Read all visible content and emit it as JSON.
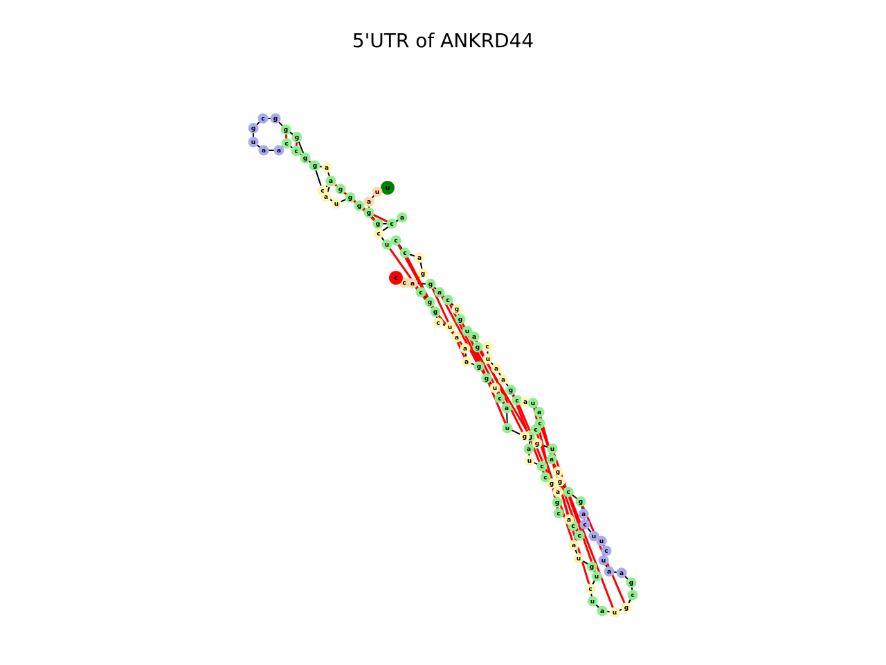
{
  "title": "5'UTR of ANKRD44",
  "colors": {
    "loop": "#aaaaee",
    "stem": "#90ee90",
    "interior": "#fff5b0",
    "tail": "#ffd8a8",
    "start": "#008000",
    "end": "#ff0000",
    "pair": "#ff0000",
    "backbone": "#000000"
  },
  "nucleotides": [
    {
      "b": "u",
      "t": "start"
    },
    {
      "b": "u",
      "t": "tail"
    },
    {
      "b": "a",
      "t": "tail"
    },
    {
      "b": "g",
      "t": "stem"
    },
    {
      "b": "c",
      "t": "stem"
    },
    {
      "b": "c",
      "t": "stem"
    },
    {
      "b": "u",
      "t": "interior"
    },
    {
      "b": "a",
      "t": "interior"
    },
    {
      "b": "c",
      "t": "interior"
    },
    {
      "b": "c",
      "t": "interior"
    },
    {
      "b": "g",
      "t": "stem"
    },
    {
      "b": "c",
      "t": "stem"
    },
    {
      "b": "c",
      "t": "stem"
    },
    {
      "b": "c",
      "t": "stem"
    },
    {
      "b": "a",
      "t": "loop"
    },
    {
      "b": "a",
      "t": "loop"
    },
    {
      "b": "u",
      "t": "loop"
    },
    {
      "b": "g",
      "t": "loop"
    },
    {
      "b": "c",
      "t": "loop"
    },
    {
      "b": "g",
      "t": "loop"
    },
    {
      "b": "g",
      "t": "stem"
    },
    {
      "b": "g",
      "t": "stem"
    },
    {
      "b": "g",
      "t": "stem"
    },
    {
      "b": "g",
      "t": "stem"
    },
    {
      "b": "a",
      "t": "interior"
    },
    {
      "b": "a",
      "t": "stem"
    },
    {
      "b": "g",
      "t": "stem"
    },
    {
      "b": "g",
      "t": "stem"
    },
    {
      "b": "g",
      "t": "stem"
    },
    {
      "b": "g",
      "t": "stem"
    },
    {
      "b": "g",
      "t": "stem"
    },
    {
      "b": "c",
      "t": "stem"
    },
    {
      "b": "a",
      "t": "stem"
    },
    {
      "b": "c",
      "t": "interior"
    },
    {
      "b": "u",
      "t": "stem"
    },
    {
      "b": "c",
      "t": "stem"
    },
    {
      "b": "c",
      "t": "stem"
    },
    {
      "b": "a",
      "t": "interior"
    },
    {
      "b": "g",
      "t": "interior"
    },
    {
      "b": "u",
      "t": "stem"
    },
    {
      "b": "g",
      "t": "stem"
    },
    {
      "b": "a",
      "t": "stem"
    },
    {
      "b": "c",
      "t": "stem"
    },
    {
      "b": "g",
      "t": "interior"
    },
    {
      "b": "g",
      "t": "stem"
    },
    {
      "b": "u",
      "t": "stem"
    },
    {
      "b": "a",
      "t": "stem"
    },
    {
      "b": "g",
      "t": "stem"
    },
    {
      "b": "c",
      "t": "interior"
    },
    {
      "b": "u",
      "t": "interior"
    },
    {
      "b": "a",
      "t": "interior"
    },
    {
      "b": "a",
      "t": "interior"
    },
    {
      "b": "g",
      "t": "stem"
    },
    {
      "b": "c",
      "t": "stem"
    },
    {
      "b": "a",
      "t": "interior"
    },
    {
      "b": "u",
      "t": "stem"
    },
    {
      "b": "a",
      "t": "stem"
    },
    {
      "b": "c",
      "t": "stem"
    },
    {
      "b": "c",
      "t": "stem"
    },
    {
      "b": "u",
      "t": "interior"
    },
    {
      "b": "g",
      "t": "interior"
    },
    {
      "b": "u",
      "t": "stem"
    },
    {
      "b": "a",
      "t": "stem"
    },
    {
      "b": "g",
      "t": "interior"
    },
    {
      "b": "g",
      "t": "interior"
    },
    {
      "b": "c",
      "t": "stem"
    },
    {
      "b": "g",
      "t": "stem"
    },
    {
      "b": "a",
      "t": "loop"
    },
    {
      "b": "c",
      "t": "loop"
    },
    {
      "b": "u",
      "t": "loop"
    },
    {
      "b": "u",
      "t": "loop"
    },
    {
      "b": "c",
      "t": "loop"
    },
    {
      "b": "u",
      "t": "loop"
    },
    {
      "b": "a",
      "t": "loop"
    },
    {
      "b": "a",
      "t": "loop"
    },
    {
      "b": "g",
      "t": "stem"
    },
    {
      "b": "c",
      "t": "stem"
    },
    {
      "b": "g",
      "t": "interior"
    },
    {
      "b": "u",
      "t": "interior"
    },
    {
      "b": "a",
      "t": "stem"
    },
    {
      "b": "u",
      "t": "stem"
    },
    {
      "b": "c",
      "t": "interior"
    },
    {
      "b": "u",
      "t": "stem"
    },
    {
      "b": "g",
      "t": "stem"
    },
    {
      "b": "u",
      "t": "interior"
    },
    {
      "b": "a",
      "t": "interior"
    },
    {
      "b": "c",
      "t": "stem"
    },
    {
      "b": "c",
      "t": "stem"
    },
    {
      "b": "a",
      "t": "interior"
    },
    {
      "b": "c",
      "t": "stem"
    },
    {
      "b": "g",
      "t": "stem"
    },
    {
      "b": "a",
      "t": "interior"
    },
    {
      "b": "g",
      "t": "interior"
    },
    {
      "b": "c",
      "t": "stem"
    },
    {
      "b": "c",
      "t": "stem"
    },
    {
      "b": "u",
      "t": "interior"
    },
    {
      "b": "a",
      "t": "stem"
    },
    {
      "b": "g",
      "t": "stem"
    },
    {
      "b": "g",
      "t": "interior"
    },
    {
      "b": "u",
      "t": "stem"
    },
    {
      "b": "a",
      "t": "stem"
    },
    {
      "b": "c",
      "t": "stem"
    },
    {
      "b": "u",
      "t": "interior"
    },
    {
      "b": "g",
      "t": "stem"
    },
    {
      "b": "g",
      "t": "stem"
    },
    {
      "b": "a",
      "t": "interior"
    },
    {
      "b": "a",
      "t": "interior"
    },
    {
      "b": "a",
      "t": "interior"
    },
    {
      "b": "u",
      "t": "interior"
    },
    {
      "b": "c",
      "t": "interior"
    },
    {
      "b": "g",
      "t": "stem"
    },
    {
      "b": "g",
      "t": "stem"
    },
    {
      "b": "c",
      "t": "stem"
    },
    {
      "b": "a",
      "t": "tail"
    },
    {
      "b": "c",
      "t": "tail"
    },
    {
      "b": "c",
      "t": "end"
    }
  ],
  "pairs": [
    [
      3,
      31
    ],
    [
      4,
      30
    ],
    [
      5,
      29
    ],
    [
      10,
      23
    ],
    [
      11,
      22
    ],
    [
      12,
      21
    ],
    [
      13,
      20
    ],
    [
      25,
      28
    ],
    [
      34,
      112
    ],
    [
      35,
      111
    ],
    [
      36,
      110
    ],
    [
      39,
      106
    ],
    [
      40,
      105
    ],
    [
      41,
      104
    ],
    [
      42,
      103
    ],
    [
      44,
      100
    ],
    [
      45,
      99
    ],
    [
      46,
      98
    ],
    [
      47,
      97
    ],
    [
      52,
      93
    ],
    [
      53,
      92
    ],
    [
      55,
      89
    ],
    [
      56,
      88
    ],
    [
      57,
      86
    ],
    [
      58,
      85
    ],
    [
      61,
      82
    ],
    [
      62,
      81
    ],
    [
      65,
      78
    ],
    [
      66,
      77
    ]
  ]
}
